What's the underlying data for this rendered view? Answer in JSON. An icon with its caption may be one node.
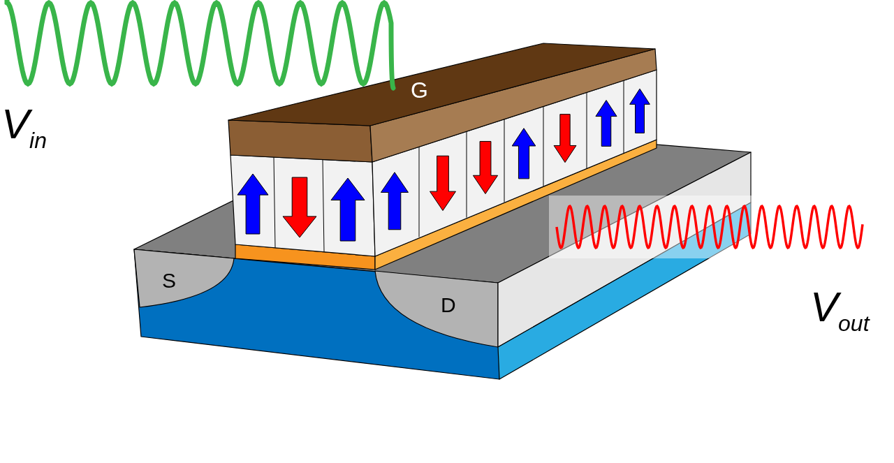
{
  "diagram": {
    "labels": [
      "V$_{in}$",
      "G",
      "S",
      "D",
      "V$_{out}$"
    ]
  }
}
